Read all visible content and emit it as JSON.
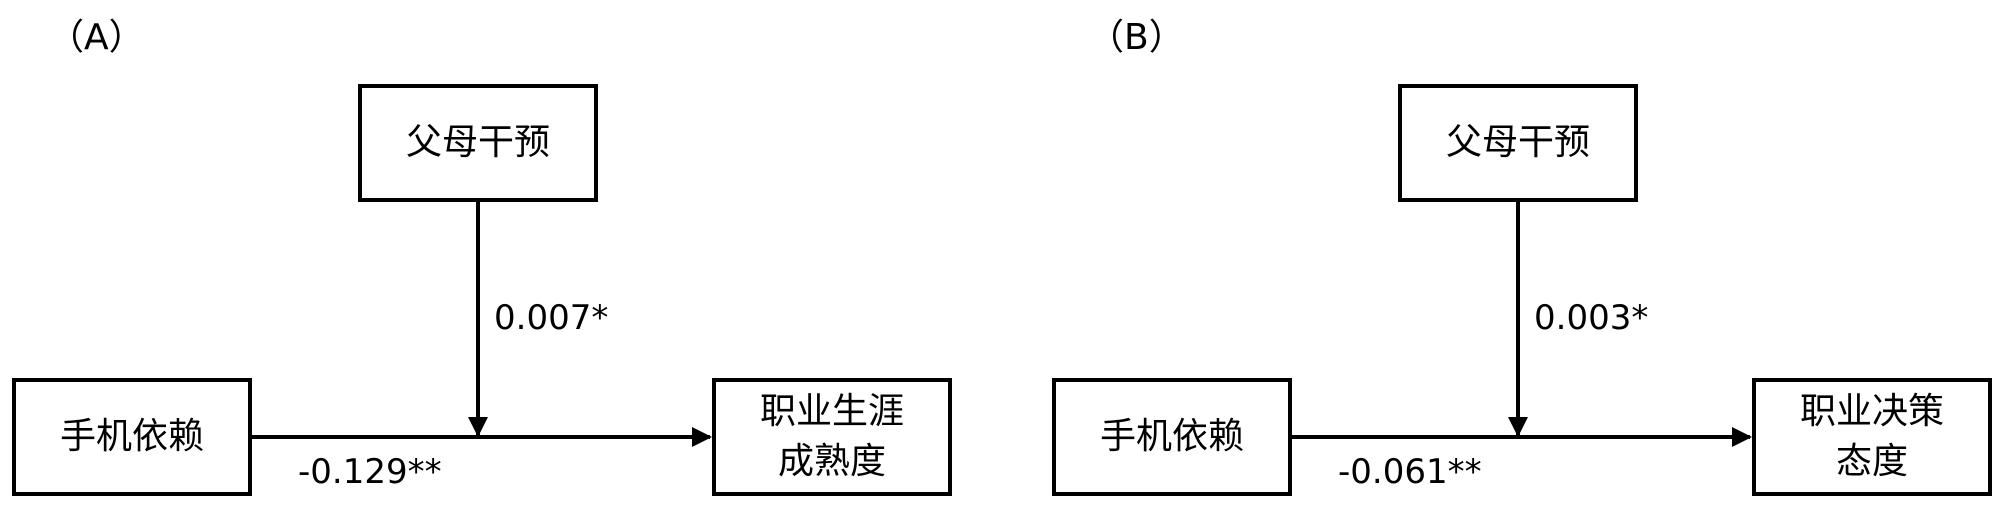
{
  "panels": [
    {
      "label": "（A）",
      "moderator": "父母干预",
      "predictor": "手机依赖",
      "outcome": "职业生涯\n成熟度",
      "moderator_coef": "0.007*",
      "main_coef": "-0.129**"
    },
    {
      "label": "（B）",
      "moderator": "父母干预",
      "predictor": "手机依赖",
      "outcome": "职业决策\n态度",
      "moderator_coef": "0.003*",
      "main_coef": "-0.061**"
    }
  ],
  "colors": {
    "line": "#000000",
    "background": "#ffffff"
  }
}
